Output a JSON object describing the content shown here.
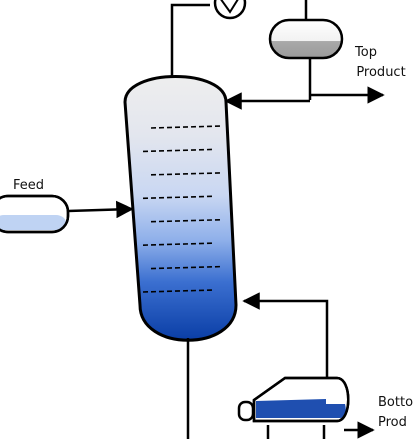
{
  "labels": {
    "feed": "Feed",
    "top_product_line1": "Top",
    "top_product_line2": "Product",
    "bottom_product_line1": "Botto",
    "bottom_product_line2": "Prod"
  },
  "colors": {
    "column_top": "#e8e8e8",
    "column_bottom": "#0b3fa6",
    "liquid": "#1f4fb0",
    "feed_liquid": "#bfd3f3",
    "drum_liquid": "#a9a9a9",
    "line": "#000000"
  },
  "column": {
    "tray_count": 8
  },
  "icons": {
    "pump": "pump-icon",
    "reflux_drum": "reflux-drum-icon",
    "feed_vessel": "feed-vessel-icon",
    "reboiler": "reboiler-icon"
  }
}
